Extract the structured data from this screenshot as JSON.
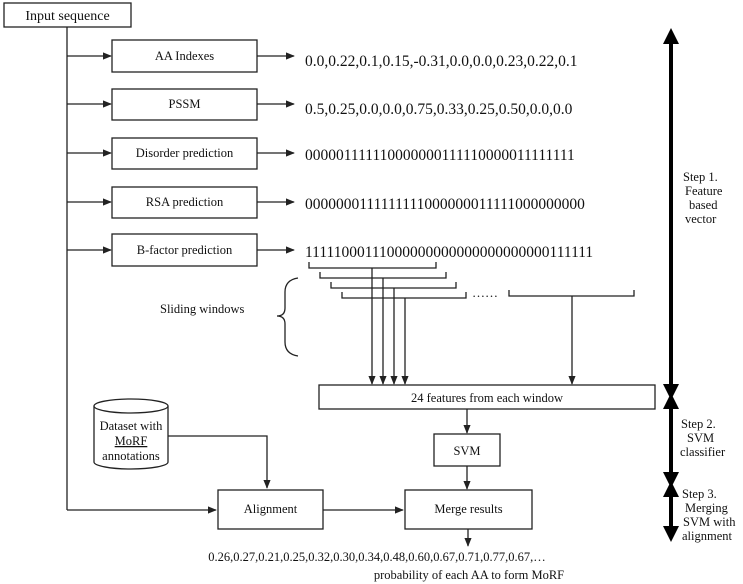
{
  "input_sequence": "Input sequence",
  "features": [
    {
      "label": "AA Indexes",
      "values": "0.0,0.22,0.1,0.15,-0.31,0.0,0.0,0.23,0.22,0.1"
    },
    {
      "label": "PSSM",
      "values": "0.5,0.25,0.0,0.0,0.75,0.33,0.25,0.50,0.0,0.0"
    },
    {
      "label": "Disorder prediction",
      "values": "000001111110000000111110000011111111"
    },
    {
      "label": "RSA prediction",
      "values": "0000000111111111000000011111000000000"
    },
    {
      "label": "B-factor prediction",
      "values": "11111000111000000000000000000000111111"
    }
  ],
  "sliding_windows": "Sliding windows",
  "ellipsis": "……",
  "window_features": "24 features from each window",
  "dataset": {
    "line1": "Dataset with",
    "line2": "MoRF",
    "line3": "annotations"
  },
  "svm": "SVM",
  "alignment": "Alignment",
  "merge": "Merge results",
  "output": {
    "probabilities": "0.26,0.27,0.21,0.25,0.32,0.30,0.34,0.48,0.60,0.67,0.71,0.77,0.67,…",
    "caption": "probability of each AA to form MoRF"
  },
  "steps": {
    "step1": [
      "Step 1.",
      "Feature",
      "based",
      "vector"
    ],
    "step2": [
      "Step 2.",
      "SVM",
      "classifier"
    ],
    "step3": [
      "Step 3.",
      "Merging",
      "SVM with",
      "alignment"
    ]
  },
  "colors": {
    "stroke": "#222222",
    "background": "#ffffff"
  }
}
